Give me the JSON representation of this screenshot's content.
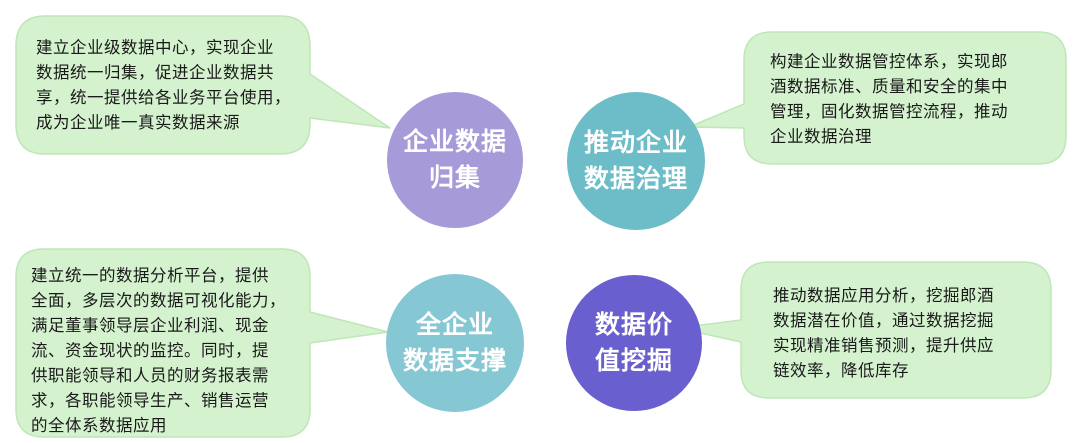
{
  "colors": {
    "bubble_fill": "#D4F2CE",
    "bubble_stroke": "#BFE6B8",
    "circle_top_left": "#A79AD8",
    "circle_top_right": "#6CBDC7",
    "circle_bottom_left": "#86C7D4",
    "circle_bottom_right": "#6A5FCF"
  },
  "nodes": [
    {
      "id": "top-left",
      "circle_lines": [
        "企业数据",
        "归集"
      ],
      "bubble_lines": [
        "建立企业级数据中心，实现企业",
        "数据统一归集，促进企业数据共",
        "享，统一提供给各业务平台使用，",
        "成为企业唯一真实数据来源"
      ]
    },
    {
      "id": "top-right",
      "circle_lines": [
        "推动企业",
        "数据治理"
      ],
      "bubble_lines": [
        "构建企业数据管控体系，实现郎",
        "酒数据标准、质量和安全的集中",
        "管理，固化数据管控流程，推动",
        "企业数据治理"
      ]
    },
    {
      "id": "bottom-left",
      "circle_lines": [
        "全企业",
        "数据支撑"
      ],
      "bubble_lines": [
        "建立统一的数据分析平台，提供",
        "全面，多层次的数据可视化能力，",
        "满足董事领导层企业利润、现金",
        "流、资金现状的监控。同时，提",
        "供职能领导和人员的财务报表需",
        "求，各职能领导生产、销售运营",
        "的全体系数据应用"
      ]
    },
    {
      "id": "bottom-right",
      "circle_lines": [
        "数据价",
        "值挖掘"
      ],
      "bubble_lines": [
        "推动数据应用分析，挖掘郎酒",
        "数据潜在价值，通过数据挖掘",
        "实现精准销售预测，提升供应",
        "链效率，降低库存"
      ]
    }
  ]
}
